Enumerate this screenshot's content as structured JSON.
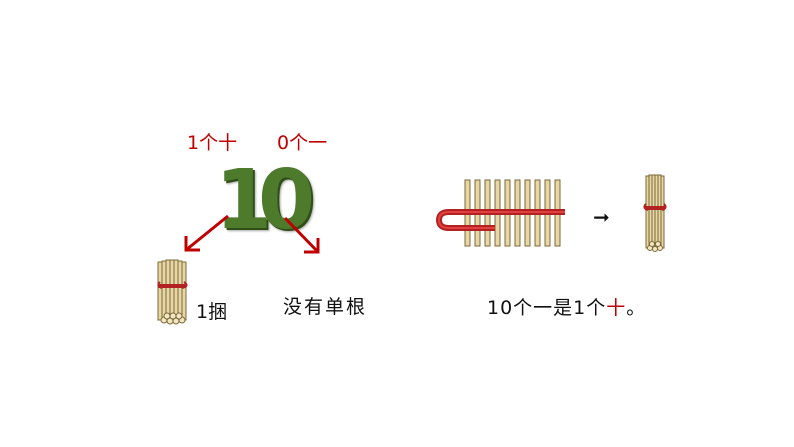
{
  "labels": {
    "tens_place": "1个十",
    "ones_place": "0个一"
  },
  "number": {
    "tens_digit": "1",
    "ones_digit": "0"
  },
  "captions": {
    "bundle": "1捆",
    "no_singles": "没有单根"
  },
  "statement": {
    "prefix": "10个一是1个",
    "highlight": "十",
    "suffix": "。"
  },
  "colors": {
    "accent_red": "#c00000",
    "digit_green": "#4e7a2c",
    "stick_tan": "#e8d7a4"
  },
  "icons": {
    "transform_arrow": "right-arrow-icon"
  }
}
